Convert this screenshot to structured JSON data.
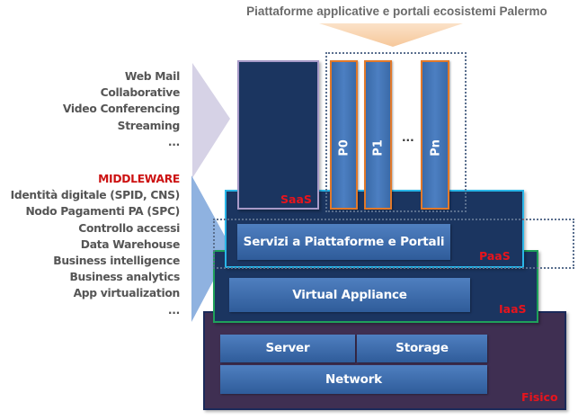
{
  "title": "Piattaforme applicative e portali ecosistemi Palermo",
  "saas_services": {
    "items": [
      "Web Mail",
      "Collaborative",
      "Video Conferencing",
      "Streaming",
      "..."
    ]
  },
  "middleware": {
    "heading": "MIDDLEWARE",
    "items": [
      "Identità digitale (SPID, CNS)",
      "Nodo Pagamenti PA (SPC)",
      "Controllo accessi",
      "Data Warehouse",
      "Business intelligence",
      "Business analytics",
      "App virtualization",
      "..."
    ]
  },
  "layers": {
    "saas": {
      "label": "SaaS"
    },
    "paas": {
      "label": "PaaS",
      "bar": "Servizi a Piattaforme e Portali"
    },
    "iaas": {
      "label": "IaaS",
      "bar": "Virtual Appliance"
    },
    "fisico": {
      "label": "Fisico",
      "server": "Server",
      "storage": "Storage",
      "network": "Network"
    }
  },
  "platforms": {
    "p0": "P0",
    "p1": "P1",
    "ellipsis": "...",
    "pn": "Pn"
  },
  "colors": {
    "label_red": "#e8141c",
    "middleware_red": "#cc1111",
    "layer_dark": "#1b3560",
    "fisico_bg": "#3f2f52",
    "paas_border": "#29b6e8",
    "iaas_border": "#1fa05a",
    "platform_border": "#e2792a"
  }
}
